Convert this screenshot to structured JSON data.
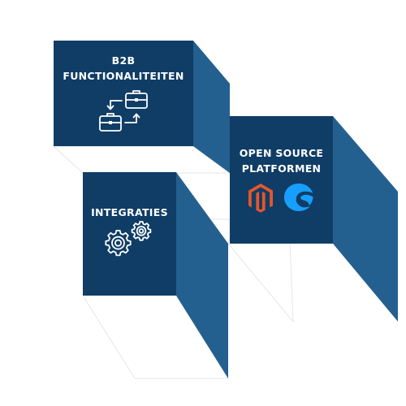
{
  "colors": {
    "card_front": "#0f3d66",
    "card_side": "#24608f",
    "outline": "#e4e6ea",
    "magento_orange": "#e8562a",
    "shopware_blue": "#189eff",
    "icon_white": "#ffffff"
  },
  "cards": {
    "b2b": {
      "title_line1": "B2B",
      "title_line2": "FUNCTIONALITEITEN",
      "icon": "briefcase-swap-icon"
    },
    "open_source": {
      "title_line1": "OPEN SOURCE",
      "title_line2": "PLATFORMEN",
      "logos": [
        "magento-logo-icon",
        "shopware-logo-icon"
      ]
    },
    "integraties": {
      "title": "INTEGRATIES",
      "icon": "gears-icon"
    }
  }
}
